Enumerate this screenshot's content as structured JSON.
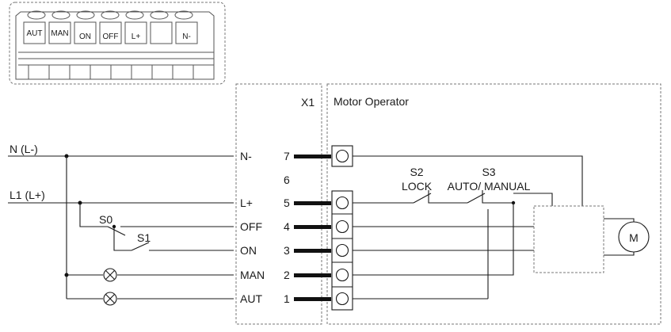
{
  "connector": {
    "terminal_labels": [
      "AUT",
      "MAN",
      "ON",
      "OFF",
      "L+",
      "",
      "N-"
    ]
  },
  "x1": {
    "title": "X1"
  },
  "motor_operator": {
    "title": "Motor Operator",
    "motor": "M"
  },
  "lines": {
    "n": "N (L-)",
    "l1": "L1 (L+)"
  },
  "switches": {
    "s0": "S0",
    "s1": "S1",
    "s2": {
      "name": "S2",
      "function": "LOCK"
    },
    "s3": {
      "name": "S3",
      "function": "AUTO/ MANUAL"
    }
  },
  "terminals": [
    {
      "signal": "N-",
      "number": "7"
    },
    {
      "signal": "",
      "number": "6"
    },
    {
      "signal": "L+",
      "number": "5"
    },
    {
      "signal": "OFF",
      "number": "4"
    },
    {
      "signal": "ON",
      "number": "3"
    },
    {
      "signal": "MAN",
      "number": "2"
    },
    {
      "signal": "AUT",
      "number": "1"
    }
  ],
  "icons": [
    "lamp-icon",
    "switch-contact-icon",
    "motor-icon",
    "terminal-screw-icon"
  ]
}
